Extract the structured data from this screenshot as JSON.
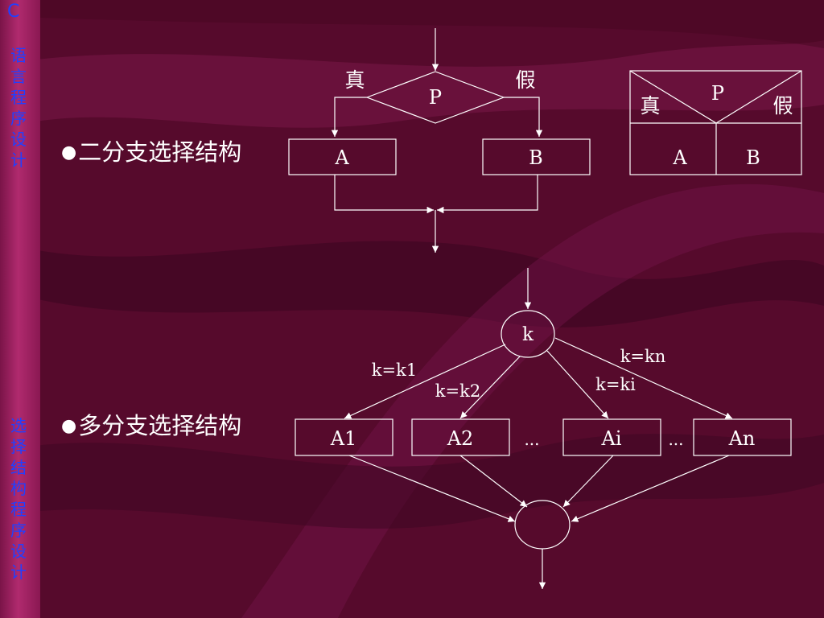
{
  "sidebar": {
    "letter": "C",
    "top_text": "语言程序设计",
    "bottom_text": "选择结构程序设计"
  },
  "sections": {
    "two_branch": "二分支选择结构",
    "multi_branch": "多分支选择结构"
  },
  "bullet": "●",
  "flowchart": {
    "condition": "P",
    "true_label": "真",
    "false_label": "假",
    "box_a": "A",
    "box_b": "B"
  },
  "ns_diagram": {
    "condition": "P",
    "true_label": "真",
    "false_label": "假",
    "cell_a": "A",
    "cell_b": "B"
  },
  "multi": {
    "selector": "k",
    "labels": {
      "k1": "k=k1",
      "k2": "k=k2",
      "ki": "k=ki",
      "kn": "k=kn"
    },
    "boxes": {
      "a1": "A1",
      "a2": "A2",
      "ai": "Ai",
      "an": "An"
    },
    "ellipsis": "..."
  },
  "colors": {
    "background": "#5a0a2e",
    "line": "#ffffff",
    "sidebar_text": "#2040ff"
  }
}
